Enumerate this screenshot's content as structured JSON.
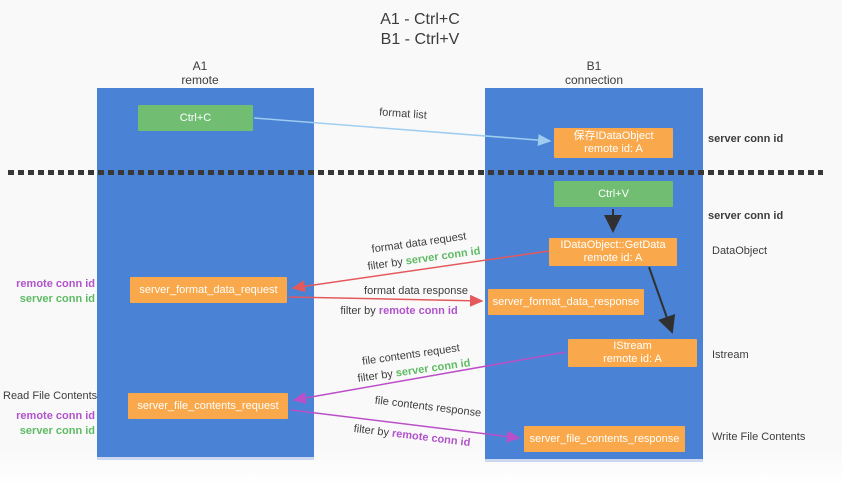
{
  "title": {
    "line1": "A1 - Ctrl+C",
    "line2": "B1 - Ctrl+V"
  },
  "lanes": {
    "a1": {
      "name": "A1",
      "role": "remote"
    },
    "b1": {
      "name": "B1",
      "role": "connection"
    }
  },
  "nodes": {
    "ctrl_c": {
      "label": "Ctrl+C"
    },
    "ctrl_v": {
      "label": "Ctrl+V"
    },
    "save_idataobject": {
      "title": "保存IDataObject",
      "subtitle": "remote id: A"
    },
    "getdata": {
      "title": "IDataObject::GetData",
      "subtitle": "remote id: A"
    },
    "istream": {
      "title": "IStream",
      "subtitle": "remote id: A"
    },
    "format_data_request": {
      "label": "server_format_data_request"
    },
    "format_data_response": {
      "label": "server_format_data_response"
    },
    "file_contents_request": {
      "label": "server_file_contents_request"
    },
    "file_contents_response": {
      "label": "server_file_contents_response"
    }
  },
  "edge_labels": {
    "format_list": "format list",
    "format_data_request": "format data request",
    "format_data_response": "format data response",
    "file_contents_request": "file contents request",
    "file_contents_response": "file contents response",
    "filter_by": "filter by",
    "server_conn_id": "server conn id",
    "remote_conn_id": "remote conn id"
  },
  "side_labels": {
    "right_server_conn_id_top": "server conn id",
    "right_server_conn_id_mid": "server conn id",
    "dataobject": "DataObject",
    "istream": "Istream",
    "write_file_contents": "Write File Contents",
    "read_file_contents": "Read File Contents",
    "left_remote_conn_id_1": "remote conn id",
    "left_server_conn_id_1": "server conn id",
    "left_remote_conn_id_2": "remote conn id",
    "left_server_conn_id_2": "server conn id"
  },
  "colors": {
    "lane_blue": "#4a82d6",
    "box_orange": "#f9a94b",
    "box_green": "#71be73",
    "green_text": "#5fbb63",
    "purple_text": "#b153cb",
    "arrow_red": "#e4595c",
    "arrow_magenta": "#bb4fc8",
    "arrow_blue": "#9ecdef",
    "arrow_black": "#303030",
    "text_dark": "#3d3d3d",
    "background": "#fafafa"
  }
}
